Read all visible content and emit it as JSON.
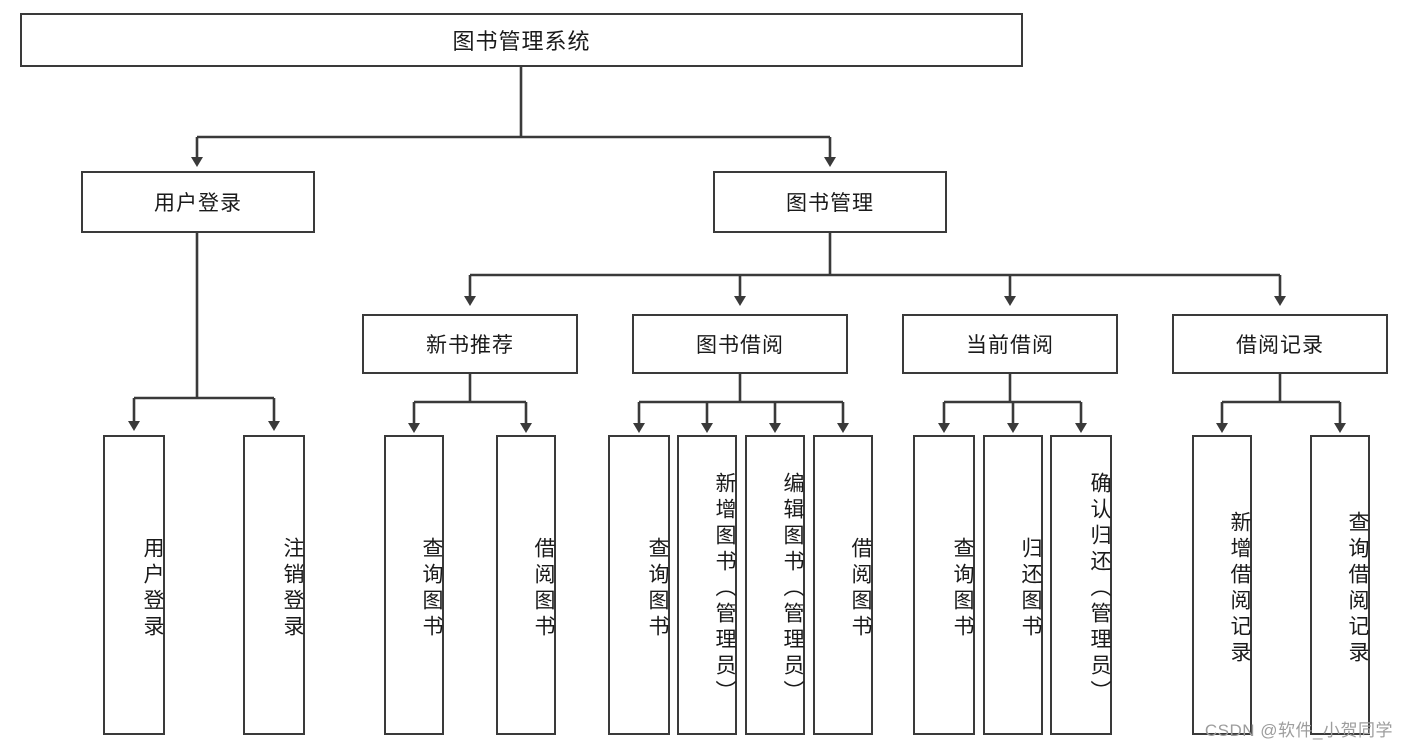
{
  "diagram": {
    "title": "图书管理系统",
    "type": "hierarchy-tree",
    "watermark": "CSDN @软件_小贺同学",
    "colors": {
      "border": "#3a3a3a",
      "background": "#ffffff",
      "text": "#1a1a1a",
      "watermark": "#9d9d9d"
    },
    "nodes": {
      "root": {
        "label": "图书管理系统"
      },
      "level2": [
        {
          "label": "用户登录"
        },
        {
          "label": "图书管理"
        }
      ],
      "level3": [
        {
          "label": "新书推荐"
        },
        {
          "label": "图书借阅"
        },
        {
          "label": "当前借阅"
        },
        {
          "label": "借阅记录"
        }
      ],
      "leaves": {
        "user_login": [
          {
            "label": "用户登录"
          },
          {
            "label": "注销登录"
          }
        ],
        "new_book": [
          {
            "label": "查询图书"
          },
          {
            "label": "借阅图书"
          }
        ],
        "book_borrow": [
          {
            "label": "查询图书"
          },
          {
            "label": "新增图书（管理员）"
          },
          {
            "label": "编辑图书（管理员）"
          },
          {
            "label": "借阅图书"
          }
        ],
        "current_borrow": [
          {
            "label": "查询图书"
          },
          {
            "label": "归还图书"
          },
          {
            "label": "确认归还（管理员）"
          }
        ],
        "borrow_record": [
          {
            "label": "新增借阅记录"
          },
          {
            "label": "查询借阅记录"
          }
        ]
      }
    }
  }
}
